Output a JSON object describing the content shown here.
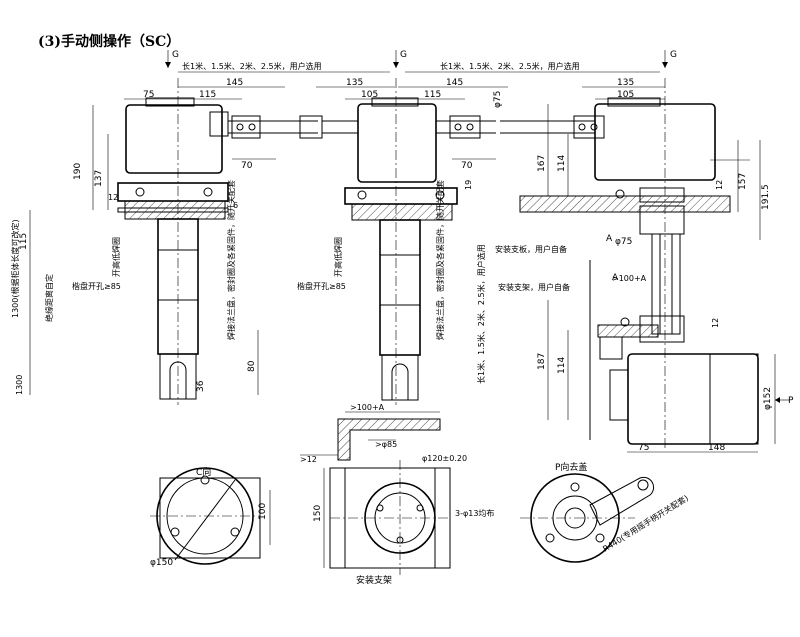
{
  "title": "(3)手动侧操作（SC）",
  "markers": {
    "g": "G",
    "p": "P"
  },
  "length_note": "长1米、1.5米、2米、2.5米，用户选用",
  "length_note_vertical": "长1米、1.5米、2米、2.5米，用户选用",
  "dims": {
    "d145a": "145",
    "d145b": "145",
    "d75a": "75",
    "d115a": "115",
    "d135a": "135",
    "d105a": "105",
    "d115b": "115",
    "d135b": "135",
    "d105b": "105",
    "d70a": "70",
    "d70b": "70",
    "d190": "190",
    "d137": "137",
    "d12a": "12",
    "d6": "6",
    "d115v": "115",
    "d19": "19",
    "d167": "167",
    "d114a": "114",
    "d12b": "12",
    "d157a": "157",
    "d1915": "191.5",
    "d187": "187",
    "d114b": "114",
    "d12c": "12",
    "d80": "80",
    "d36": "36",
    "d1300": "1300",
    "d75b": "75",
    "d148": "148",
    "dphi75a": "φ75",
    "dphi75b": "φ75",
    "dphi152": "φ152",
    "d100a": ">100+A",
    "d100b": ">100+A",
    "d12d": ">12",
    "dphi85": ">φ85",
    "dphi120": "φ120±0.20",
    "d150a": "150",
    "d100": "100",
    "dphi150": "φ150",
    "d13": "3-φ13均布",
    "a1": "A",
    "a2": "A"
  },
  "notes": {
    "hole_left": "楷盘开孔≥85",
    "hole_mid": "楷盘开孔≥85",
    "seal_left": "开高低焊圈",
    "flange_left": "焊接法兰盘，密封圈及各紧固件，随开关配套",
    "seal_mid": "开高低焊圈",
    "flange_mid": "焊接法兰盘，密封圈及各紧固件，随开关配套",
    "cable_vertical": "绝缘距离自定",
    "cable_vertical2": "1300(根据柜体长度可改定)",
    "support_plate": "安装支板，用户自备",
    "support_frame": "安装支架，用户自备",
    "view_c": "C向",
    "view_p": "P向去盖",
    "bracket_label": "安装支架",
    "handle_note": "R440(专用摇手柄开关配套)"
  }
}
